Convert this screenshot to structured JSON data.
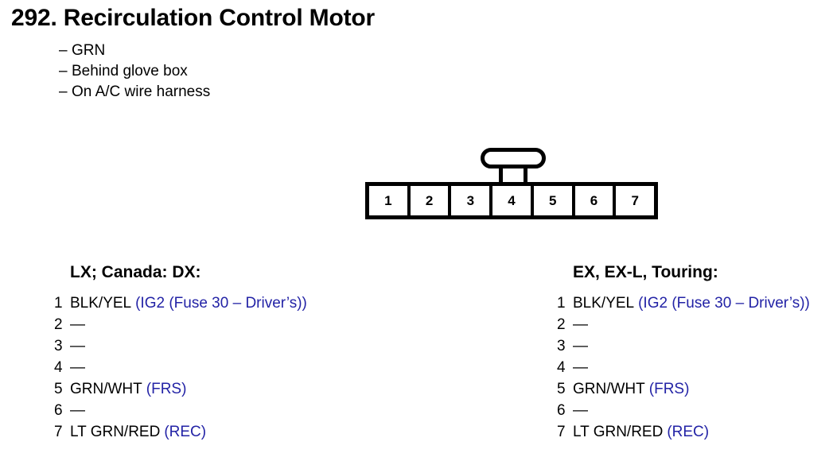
{
  "header": {
    "number": "292.",
    "title": "Recirculation Control Motor",
    "full_title": "292. Recirculation Control Motor",
    "notes": [
      "GRN",
      "Behind glove box",
      "On A/C wire harness"
    ],
    "note_bullet": "–"
  },
  "connector": {
    "pin_count": 7,
    "pins": [
      "1",
      "2",
      "3",
      "4",
      "5",
      "6",
      "7"
    ],
    "tab_position_pin": "4"
  },
  "colors": {
    "signal_blue": "#2323a6",
    "outline_black": "#000000",
    "background": "#ffffff"
  },
  "pin_tables": [
    {
      "heading": "LX; Canada: DX:",
      "rows": [
        {
          "pin": "1",
          "wire": "BLK/YEL",
          "signal": "(IG2 (Fuse 30 – Driver’s))"
        },
        {
          "pin": "2",
          "wire": "—",
          "signal": ""
        },
        {
          "pin": "3",
          "wire": "—",
          "signal": ""
        },
        {
          "pin": "4",
          "wire": "—",
          "signal": ""
        },
        {
          "pin": "5",
          "wire": "GRN/WHT",
          "signal": "(FRS)"
        },
        {
          "pin": "6",
          "wire": "—",
          "signal": ""
        },
        {
          "pin": "7",
          "wire": "LT GRN/RED",
          "signal": "(REC)"
        }
      ]
    },
    {
      "heading": "EX, EX-L, Touring:",
      "rows": [
        {
          "pin": "1",
          "wire": "BLK/YEL",
          "signal": "(IG2 (Fuse 30 – Driver’s))"
        },
        {
          "pin": "2",
          "wire": "—",
          "signal": ""
        },
        {
          "pin": "3",
          "wire": "—",
          "signal": ""
        },
        {
          "pin": "4",
          "wire": "—",
          "signal": ""
        },
        {
          "pin": "5",
          "wire": "GRN/WHT",
          "signal": "(FRS)"
        },
        {
          "pin": "6",
          "wire": "—",
          "signal": ""
        },
        {
          "pin": "7",
          "wire": "LT GRN/RED",
          "signal": "(REC)"
        }
      ]
    }
  ]
}
